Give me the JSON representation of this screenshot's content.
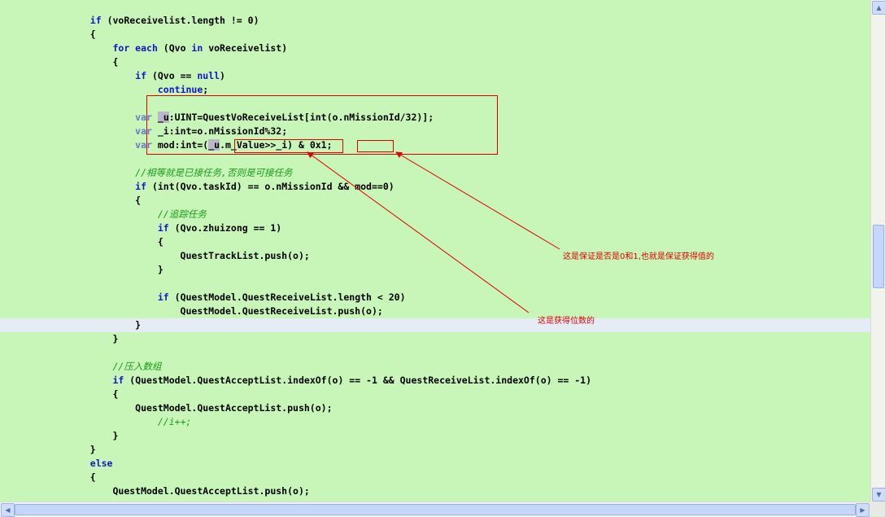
{
  "code_lines": [
    {
      "segments": [
        {
          "t": "                ",
          "c": ""
        },
        {
          "t": "if",
          "c": "kw"
        },
        {
          "t": " (voReceivelist.length != 0)",
          "c": ""
        }
      ]
    },
    {
      "segments": [
        {
          "t": "                {",
          "c": ""
        }
      ]
    },
    {
      "segments": [
        {
          "t": "                    ",
          "c": ""
        },
        {
          "t": "for each",
          "c": "kw"
        },
        {
          "t": " (Qvo ",
          "c": ""
        },
        {
          "t": "in",
          "c": "kw"
        },
        {
          "t": " voReceivelist)",
          "c": ""
        }
      ]
    },
    {
      "segments": [
        {
          "t": "                    {",
          "c": ""
        }
      ]
    },
    {
      "segments": [
        {
          "t": "                        ",
          "c": ""
        },
        {
          "t": "if",
          "c": "kw"
        },
        {
          "t": " (Qvo == ",
          "c": ""
        },
        {
          "t": "null",
          "c": "kw"
        },
        {
          "t": ")",
          "c": ""
        }
      ]
    },
    {
      "segments": [
        {
          "t": "                            ",
          "c": ""
        },
        {
          "t": "continue",
          "c": "kw"
        },
        {
          "t": ";",
          "c": ""
        }
      ]
    },
    {
      "segments": []
    },
    {
      "segments": [
        {
          "t": "                        ",
          "c": ""
        },
        {
          "t": "var",
          "c": "kwv"
        },
        {
          "t": " ",
          "c": ""
        },
        {
          "t": "_u",
          "c": "sel"
        },
        {
          "t": ":UINT=QuestVoReceiveList[int(o.nMissionId/32)];",
          "c": ""
        }
      ]
    },
    {
      "segments": [
        {
          "t": "                        ",
          "c": ""
        },
        {
          "t": "var",
          "c": "kwv"
        },
        {
          "t": " _i:int=o.nMissionId%32;",
          "c": ""
        }
      ]
    },
    {
      "segments": [
        {
          "t": "                        ",
          "c": ""
        },
        {
          "t": "var",
          "c": "kwv"
        },
        {
          "t": " mod:int=(",
          "c": ""
        },
        {
          "t": "_u",
          "c": "sel"
        },
        {
          "t": ".m_Value>>_i) & 0x1;",
          "c": ""
        }
      ]
    },
    {
      "segments": []
    },
    {
      "segments": [
        {
          "t": "                        ",
          "c": ""
        },
        {
          "t": "//相等就是已接任务,否则是可接任务",
          "c": "cm"
        }
      ]
    },
    {
      "segments": [
        {
          "t": "                        ",
          "c": ""
        },
        {
          "t": "if",
          "c": "kw"
        },
        {
          "t": " (int(Qvo.taskId) == o.nMissionId && mod==0)",
          "c": ""
        }
      ]
    },
    {
      "segments": [
        {
          "t": "                        {",
          "c": ""
        }
      ]
    },
    {
      "segments": [
        {
          "t": "                            ",
          "c": ""
        },
        {
          "t": "//追踪任务",
          "c": "cm"
        }
      ]
    },
    {
      "segments": [
        {
          "t": "                            ",
          "c": ""
        },
        {
          "t": "if",
          "c": "kw"
        },
        {
          "t": " (Qvo.zhuizong == 1)",
          "c": ""
        }
      ]
    },
    {
      "segments": [
        {
          "t": "                            {",
          "c": ""
        }
      ]
    },
    {
      "segments": [
        {
          "t": "                                QuestTrackList.push(o);",
          "c": ""
        }
      ]
    },
    {
      "segments": [
        {
          "t": "                            }",
          "c": ""
        }
      ]
    },
    {
      "segments": []
    },
    {
      "segments": [
        {
          "t": "                            ",
          "c": ""
        },
        {
          "t": "if",
          "c": "kw"
        },
        {
          "t": " (QuestModel.QuestReceiveList.length < 20)",
          "c": ""
        }
      ]
    },
    {
      "segments": [
        {
          "t": "                                QuestModel.QuestReceiveList.push(o);",
          "c": ""
        }
      ]
    },
    {
      "segments": [
        {
          "t": "                        }",
          "c": ""
        }
      ]
    },
    {
      "segments": [
        {
          "t": "                    }",
          "c": ""
        }
      ]
    },
    {
      "segments": []
    },
    {
      "segments": [
        {
          "t": "                    ",
          "c": ""
        },
        {
          "t": "//压入数组",
          "c": "cm"
        }
      ]
    },
    {
      "segments": [
        {
          "t": "                    ",
          "c": ""
        },
        {
          "t": "if",
          "c": "kw"
        },
        {
          "t": " (QuestModel.QuestAcceptList.indexOf(o) == -1 && QuestReceiveList.indexOf(o) == -1)",
          "c": ""
        }
      ]
    },
    {
      "segments": [
        {
          "t": "                    {",
          "c": ""
        }
      ]
    },
    {
      "segments": [
        {
          "t": "                        QuestModel.QuestAcceptList.push(o);",
          "c": ""
        }
      ]
    },
    {
      "segments": [
        {
          "t": "                            ",
          "c": ""
        },
        {
          "t": "//i++;",
          "c": "cm"
        }
      ]
    },
    {
      "segments": [
        {
          "t": "                    }",
          "c": ""
        }
      ]
    },
    {
      "segments": [
        {
          "t": "                }",
          "c": ""
        }
      ]
    },
    {
      "segments": [
        {
          "t": "                ",
          "c": ""
        },
        {
          "t": "else",
          "c": "kw"
        }
      ]
    },
    {
      "segments": [
        {
          "t": "                {",
          "c": ""
        }
      ]
    },
    {
      "segments": [
        {
          "t": "                    QuestModel.QuestAcceptList.push(o);",
          "c": ""
        }
      ]
    }
  ],
  "annotations": {
    "note_mask": "这是保证是否是0和1,也就是保证获得值的",
    "note_bit": "这是获得位数的"
  },
  "colors": {
    "editor_bg": "#c8f5b8",
    "keyword": "#1515c8",
    "comment": "#1a9c1a",
    "annotation": "#e00000"
  },
  "scrollbar": {
    "up_icon": "▲",
    "down_icon": "▼",
    "left_icon": "◀",
    "right_icon": "▶"
  }
}
